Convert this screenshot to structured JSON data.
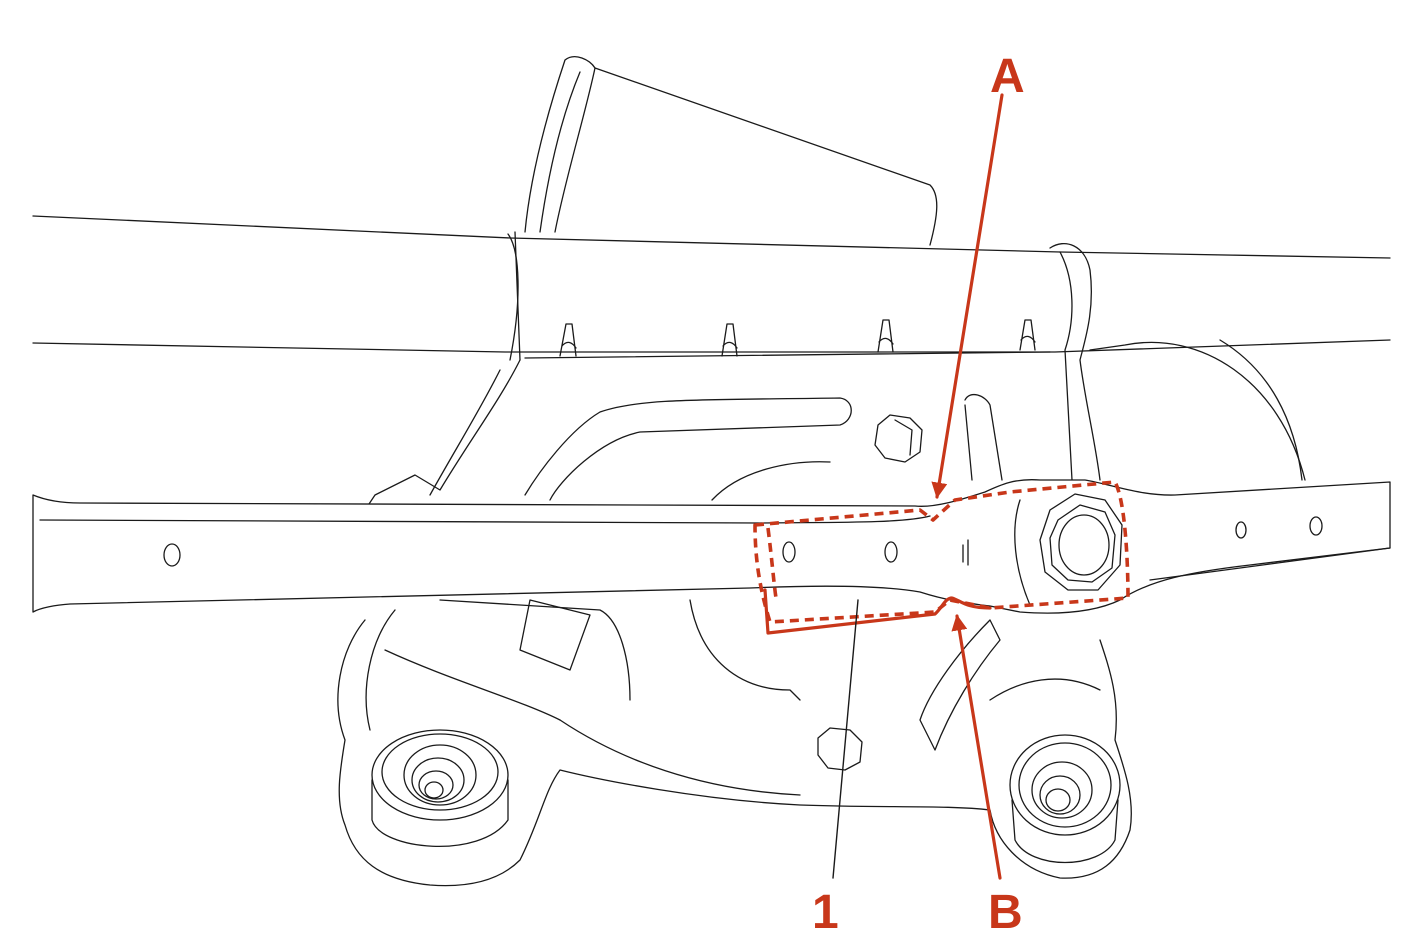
{
  "callouts": {
    "a": "A",
    "b": "B",
    "one": "1"
  },
  "colors": {
    "callout": "#c8371a",
    "line": "#1a1a1a",
    "background": "#ffffff"
  }
}
